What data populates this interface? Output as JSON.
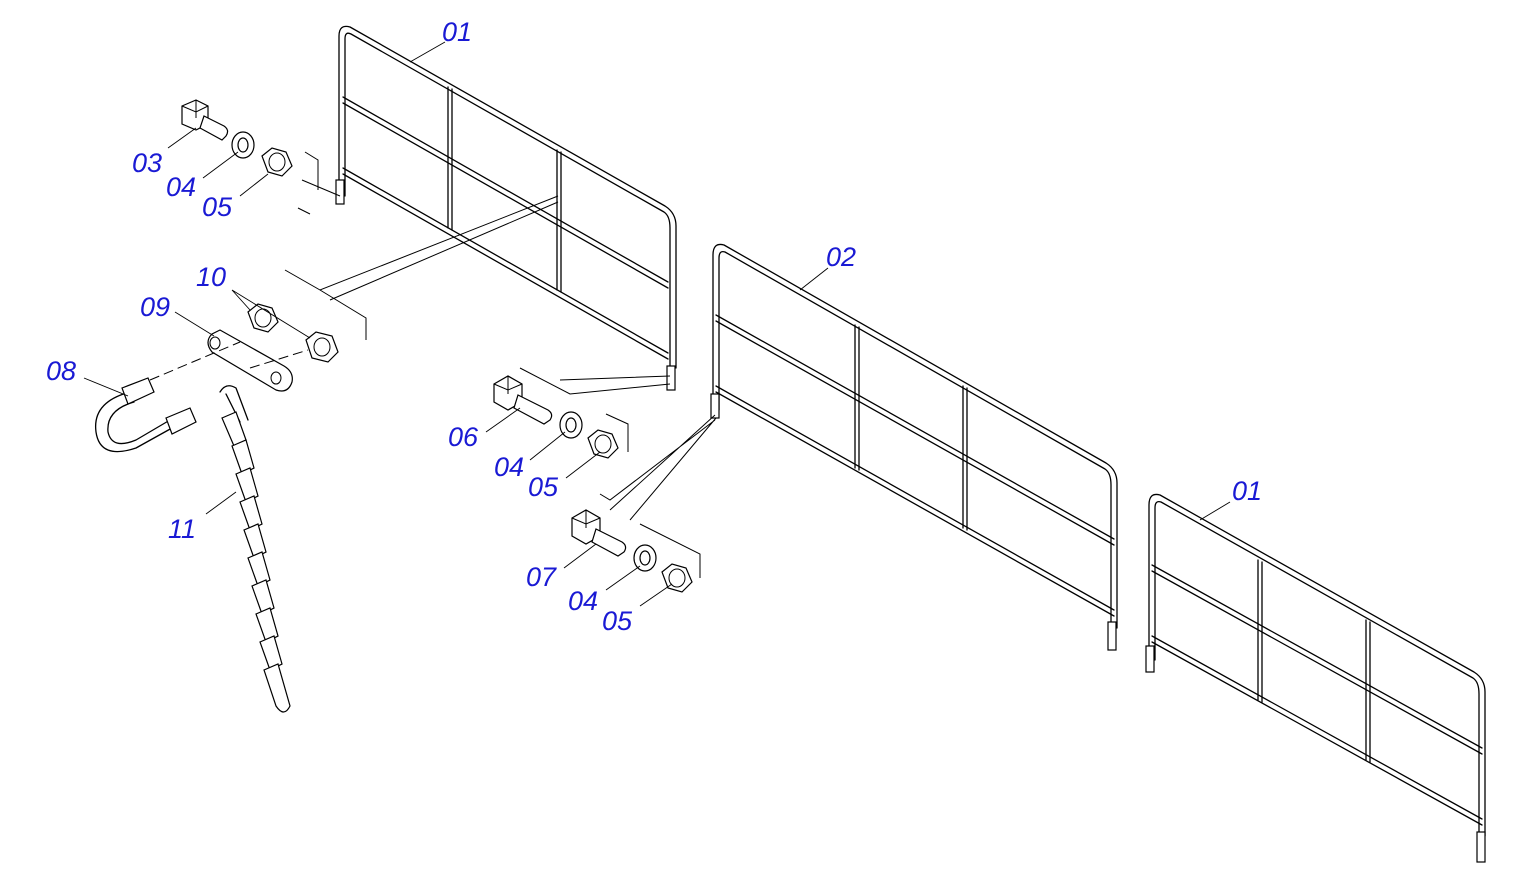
{
  "diagram": {
    "labels": {
      "rail_top_left": "01",
      "rail_middle": "02",
      "rail_right": "01",
      "bolt_a": "03",
      "washer_a": "04",
      "nut_a": "05",
      "bolt_b": "06",
      "washer_b": "04",
      "nut_b": "05",
      "bolt_c": "07",
      "washer_c": "04",
      "nut_c": "05",
      "shackle": "08",
      "plate": "09",
      "plate_nuts": "10",
      "chain": "11"
    },
    "colors": {
      "label": "#1a1ad4",
      "line": "#000000",
      "background": "#ffffff"
    }
  }
}
